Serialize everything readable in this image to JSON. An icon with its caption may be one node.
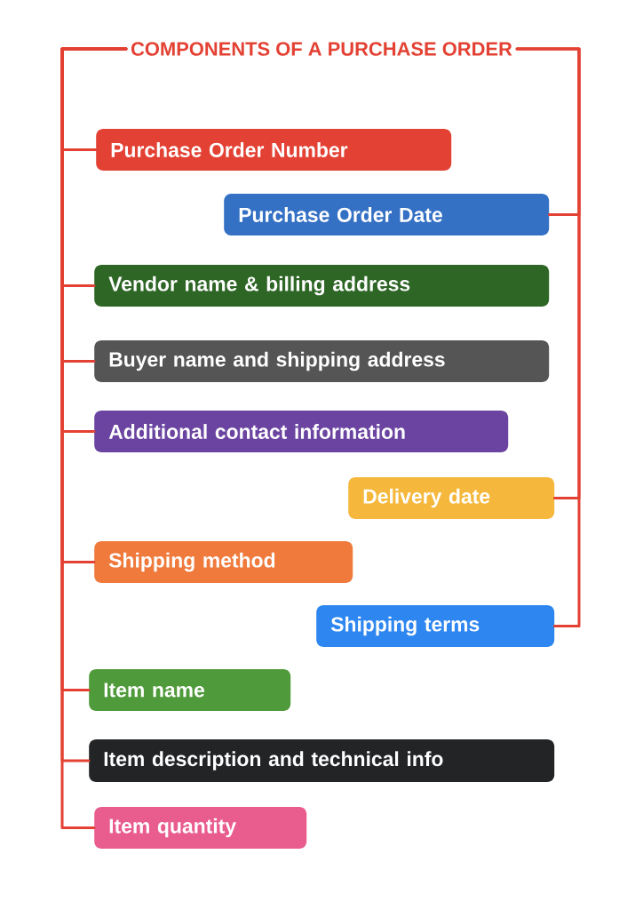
{
  "diagram": {
    "nodes": [
      {
        "text": [
          "COMPONENTS OF A PURCHASE ORDER"
        ]
      },
      {
        "text": [
          "Purchase Order Number"
        ]
      },
      {
        "text": [
          "Purchase Order Date"
        ]
      },
      {
        "text": [
          "Vendor name & billing address"
        ]
      },
      {
        "text": [
          "Buyer name and shipping address"
        ]
      },
      {
        "text": [
          "Additional contact information"
        ]
      },
      {
        "text": [
          "Delivery date"
        ]
      },
      {
        "text": [
          "Shipping method"
        ]
      },
      {
        "text": [
          "Shipping terms"
        ]
      },
      {
        "text": [
          "Item name"
        ]
      },
      {
        "text": [
          "Item description and technical info"
        ]
      },
      {
        "text": [
          "Item quantity"
        ]
      }
    ],
    "edges": [
      {
        "from": 0,
        "to": 1,
        "arrow": "none"
      },
      {
        "from": 0,
        "to": 2,
        "arrow": "none"
      },
      {
        "from": 0,
        "to": 3,
        "arrow": "none"
      },
      {
        "from": 0,
        "to": 4,
        "arrow": "none"
      },
      {
        "from": 0,
        "to": 5,
        "arrow": "none"
      },
      {
        "from": 0,
        "to": 6,
        "arrow": "none"
      },
      {
        "from": 0,
        "to": 7,
        "arrow": "none"
      },
      {
        "from": 0,
        "to": 8,
        "arrow": "none"
      },
      {
        "from": 0,
        "to": 9,
        "arrow": "none"
      },
      {
        "from": 0,
        "to": 10,
        "arrow": "none"
      },
      {
        "from": 0,
        "to": 11,
        "arrow": "none"
      }
    ]
  }
}
